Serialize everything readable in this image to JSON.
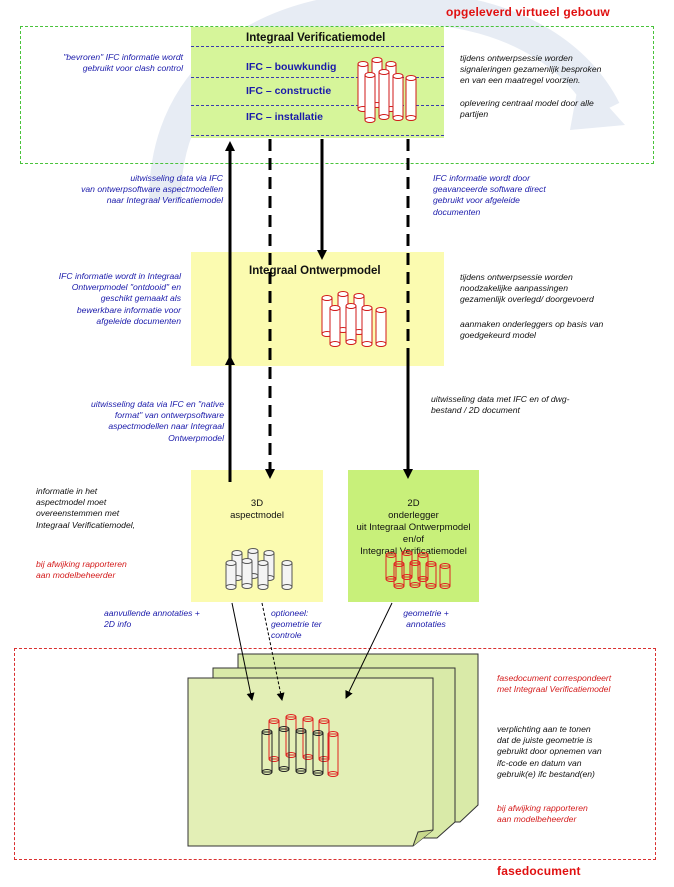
{
  "headers": {
    "top_right": "opgeleverd virtueel gebouw",
    "bottom_right": "fasedocument"
  },
  "ivm": {
    "title": "Integraal Verificatiemodel",
    "rows": [
      "IFC – bouwkundig",
      "IFC – constructie",
      "IFC – installatie"
    ]
  },
  "iom": {
    "title": "Integraal Ontwerpmodel"
  },
  "aspect_box": {
    "lines": [
      "3D",
      "aspectmodel"
    ]
  },
  "underlay_box": {
    "lines": [
      "2D",
      "onderlegger",
      "uit Integraal Ontwerpmodel",
      "en/of",
      "Integraal Verificatiemodel"
    ]
  },
  "notes": {
    "frozen": [
      "\"bevroren\" IFC informatie wordt",
      "gebruikt voor clash control"
    ],
    "sessions_top": [
      "tijdens ontwerpsessie worden",
      "signaleringen gezamenlijk besproken",
      "en van een maatregel voorzien."
    ],
    "delivery": [
      "oplevering centraal model door alle",
      "partijen"
    ],
    "exchange_ifc_left": [
      "uitwisseling data via IFC",
      "van ontwerpsoftware aspectmodellen",
      "naar Integraal Verificatiemodel"
    ],
    "ifc_advanced": [
      "IFC informatie wordt door",
      "geavanceerde software direct",
      "gebruikt voor afgeleide",
      "documenten"
    ],
    "ifc_in_iom": [
      "IFC informatie wordt in Integraal",
      "Ontwerpmodel \"ontdooid\" en",
      "geschikt gemaakt als",
      "bewerkbare informatie voor",
      "afgeleide documenten"
    ],
    "sessions_mid": [
      "tijdens ontwerpsessie worden",
      "noodzakelijke aanpassingen",
      "gezamenlijk overlegd/ doorgevoerd"
    ],
    "underlays": [
      "aanmaken onderleggers op basis van",
      "goedgekeurd model"
    ],
    "exchange_native": [
      "uitwisseling data via IFC en \"native",
      "format\" van ontwerpsoftware",
      "aspectmodellen naar Integraal",
      "Ontwerpmodel"
    ],
    "exchange_dwg": [
      "uitwisseling data met IFC en of dwg-",
      "bestand / 2D document"
    ],
    "aspect_info": [
      "informatie in het",
      "aspectmodel moet",
      "overeenstemmen met",
      "Integraal Verificatiemodel,"
    ],
    "deviation_left": [
      "bij afwijking rapporteren",
      "aan modelbeheerder"
    ],
    "annotations_2d": [
      "aanvullende annotaties +",
      "2D info"
    ],
    "optional_geom": [
      "optioneel:",
      "geometrie ter",
      "controle"
    ],
    "geom_annot": [
      "geometrie +",
      "annotaties"
    ],
    "phase_doc": [
      "fasedocument correspondeert",
      "met Integraal Verificatiemodel"
    ],
    "obligation": [
      "verplichting aan te tonen",
      "dat de juiste geometrie is",
      "gebruikt door opnemen van",
      "ifc-code en datum van",
      "gebruik(e) ifc bestand(en)"
    ],
    "deviation_right": [
      "bij afwijking rapporteren",
      "aan modelbeheerder"
    ]
  },
  "colors": {
    "lime": "#d6f59a",
    "light_yellow": "#fbfbb0",
    "green": "#c8f07a",
    "blue_text": "#1a1aaa",
    "red_text": "#d41c1c"
  }
}
